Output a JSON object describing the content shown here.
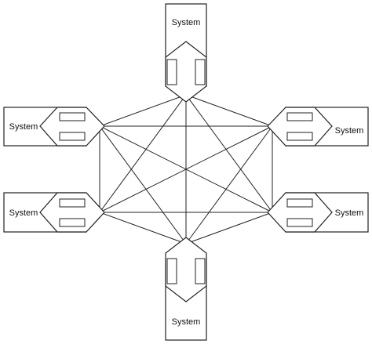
{
  "diagram": {
    "nodes": [
      {
        "id": "top",
        "label": "System"
      },
      {
        "id": "left-upper",
        "label": "System"
      },
      {
        "id": "right-upper",
        "label": "System"
      },
      {
        "id": "left-lower",
        "label": "System"
      },
      {
        "id": "right-lower",
        "label": "System"
      },
      {
        "id": "bottom",
        "label": "System"
      }
    ],
    "connections": "full-mesh"
  }
}
